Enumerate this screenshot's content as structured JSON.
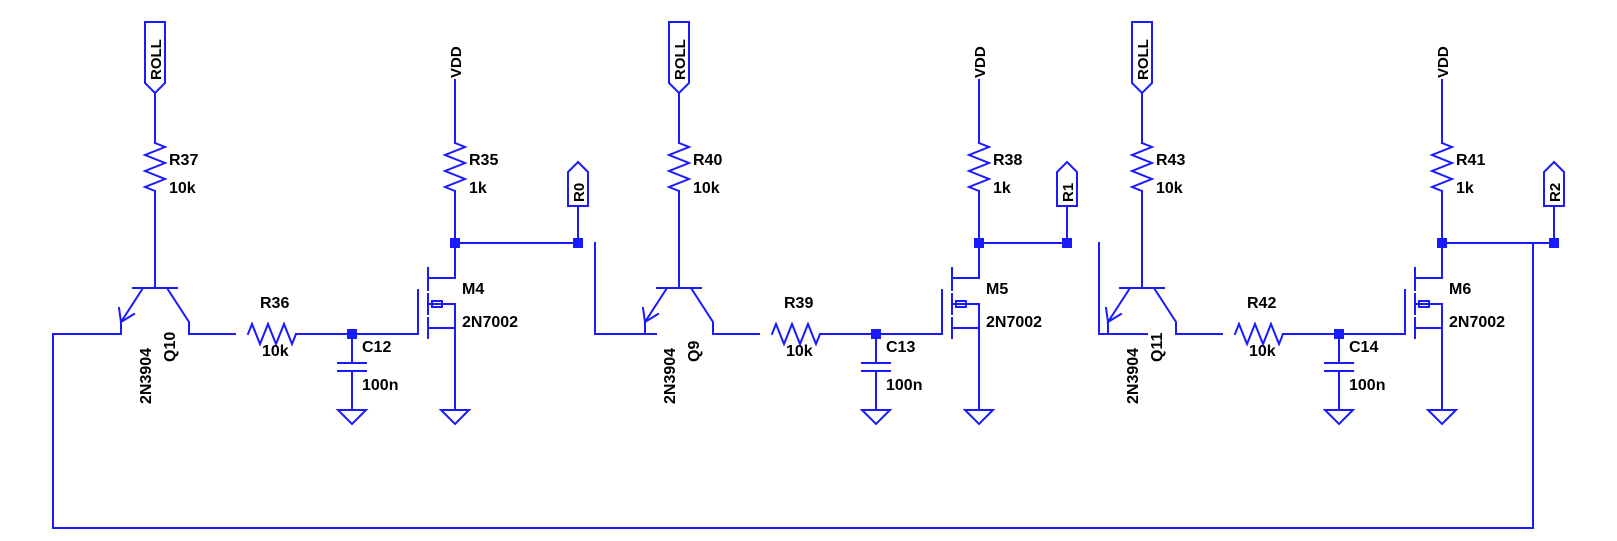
{
  "stages": [
    {
      "base_net": "ROLL",
      "base_res": {
        "ref": "R37",
        "value": "10k"
      },
      "transistor": {
        "ref": "Q10",
        "part": "2N3904"
      },
      "series_res": {
        "ref": "R36",
        "value": "10k"
      },
      "cap": {
        "ref": "C12",
        "value": "100n"
      },
      "supply_net": "VDD",
      "pullup": {
        "ref": "R35",
        "value": "1k"
      },
      "mosfet": {
        "ref": "M4",
        "part": "2N7002"
      },
      "out_net": "R0"
    },
    {
      "base_net": "ROLL",
      "base_res": {
        "ref": "R40",
        "value": "10k"
      },
      "transistor": {
        "ref": "Q9",
        "part": "2N3904"
      },
      "series_res": {
        "ref": "R39",
        "value": "10k"
      },
      "cap": {
        "ref": "C13",
        "value": "100n"
      },
      "supply_net": "VDD",
      "pullup": {
        "ref": "R38",
        "value": "1k"
      },
      "mosfet": {
        "ref": "M5",
        "part": "2N7002"
      },
      "out_net": "R1"
    },
    {
      "base_net": "ROLL",
      "base_res": {
        "ref": "R43",
        "value": "10k"
      },
      "transistor": {
        "ref": "Q11",
        "part": "2N3904"
      },
      "series_res": {
        "ref": "R42",
        "value": "10k"
      },
      "cap": {
        "ref": "C14",
        "value": "100n"
      },
      "supply_net": "VDD",
      "pullup": {
        "ref": "R41",
        "value": "1k"
      },
      "mosfet": {
        "ref": "M6",
        "part": "2N7002"
      },
      "out_net": "R2"
    }
  ],
  "colors": {
    "wire": "#1a1aff",
    "text": "#000000",
    "background": "#ffffff"
  }
}
